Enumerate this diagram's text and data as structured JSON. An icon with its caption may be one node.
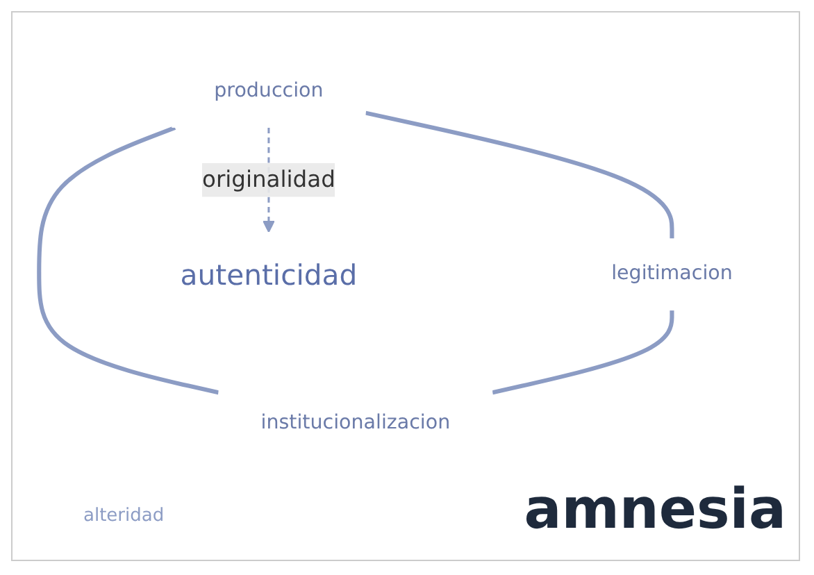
{
  "diagram": {
    "nodes": [
      {
        "text": [
          "produccion"
        ]
      },
      {
        "text": [
          "legitimacion"
        ]
      },
      {
        "text": [
          "institucionalizacion"
        ]
      },
      {
        "text": [
          "autenticidad"
        ]
      }
    ],
    "edges": [
      {
        "from": 0,
        "to": 1,
        "arrow": "none"
      },
      {
        "from": 0,
        "to": 2,
        "arrow": "none"
      },
      {
        "from": 1,
        "to": 2,
        "arrow": "none"
      },
      {
        "from": 0,
        "to": 3,
        "arrow": "to",
        "label": "originalidad",
        "style": "dashed"
      }
    ],
    "labels": [
      "alteridad",
      "amnesia"
    ]
  }
}
